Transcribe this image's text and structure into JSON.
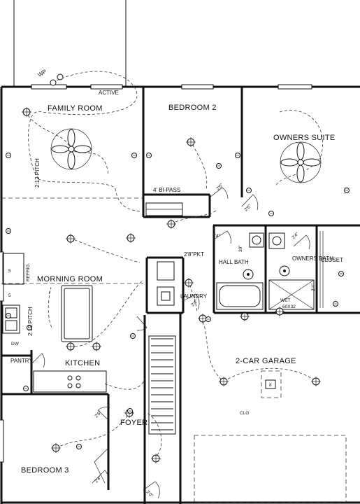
{
  "rooms": {
    "family_room": "FAMILY ROOM",
    "bedroom_2": "BEDROOM 2",
    "owners_suite": "OWNERS SUITE",
    "morning_room": "MORNING ROOM",
    "kitchen": "KITCHEN",
    "pantry": "PANTRY",
    "hall_bath": "HALL BATH",
    "laundry": "LAUNDRY",
    "owners_bath": "OWNERS BATH",
    "closet": "CLOSET",
    "garage": "2-CAR GARAGE",
    "foyer": "FOYER",
    "bedroom_3": "BEDROOM 3"
  },
  "notes": {
    "wp": "WP",
    "active": "ACTIVE",
    "pitch_1": "2:12 PITCH",
    "pitch_2": "2:12 PITCH",
    "bipass": "4' BI-PASS",
    "pkt": "2'8\"PKT",
    "refrig": "REFRIG.",
    "dw": "DW",
    "wet": "WET",
    "shower": "60X32",
    "clg": "CLG",
    "d1": "2'6\"",
    "d2": "2'6\"",
    "d3": "2'4\"",
    "d4": "2'4\"",
    "d5": "2'4\"",
    "d6": "2'4\"",
    "d7": "2'6\"",
    "d8": "2'4\"",
    "d9": "2'0\"",
    "d10": "30\"",
    "garage_box": "8",
    "num_1": "5",
    "num_2": "5"
  },
  "colors": {
    "ink": "#111111",
    "paper": "#ffffff"
  },
  "icons": {
    "ceiling_fan": "ceiling-fan-icon",
    "light": "ceiling-light-icon",
    "switch": "switch-icon"
  }
}
